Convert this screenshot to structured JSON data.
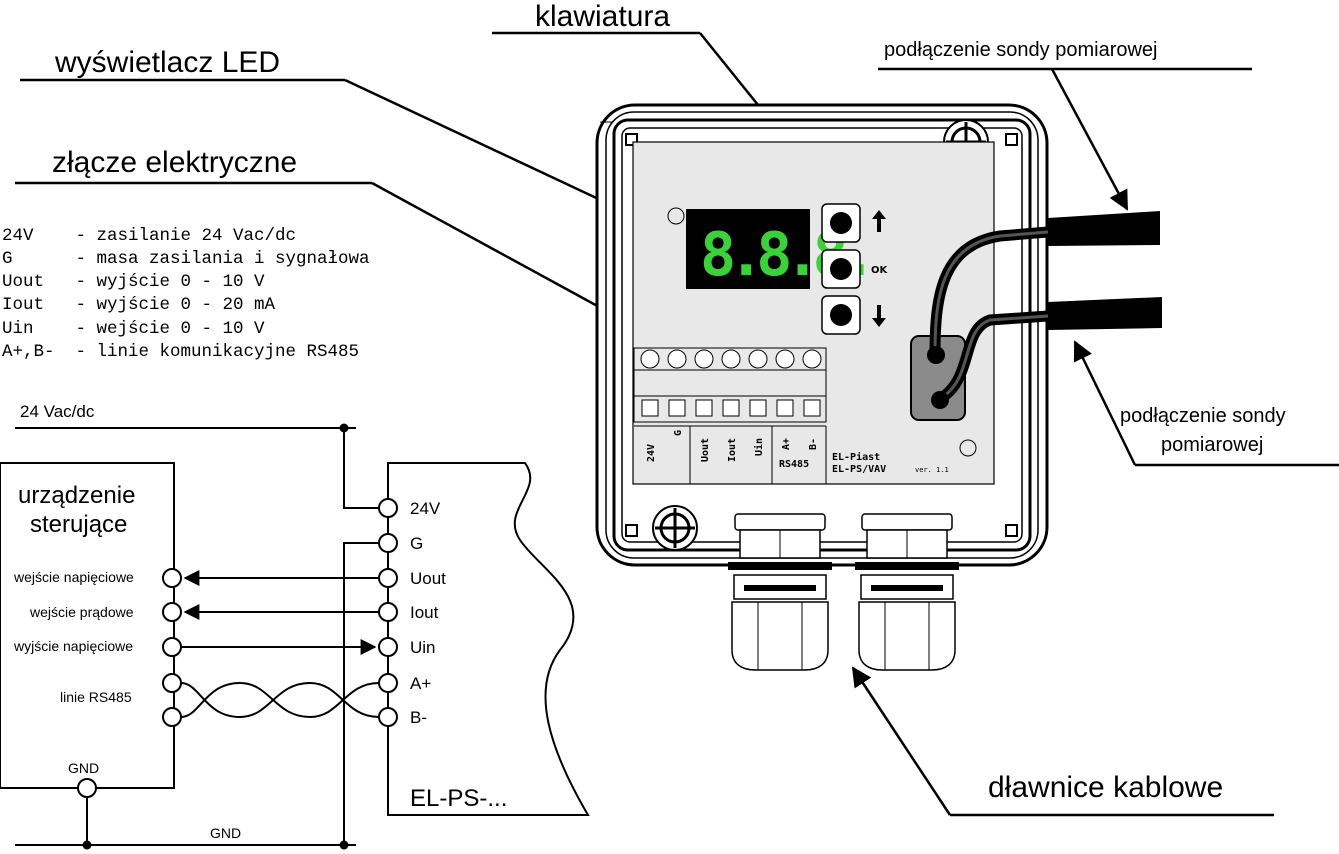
{
  "labels": {
    "klawiatura": "klawiatura",
    "display": "wyświetlacz LED",
    "connector": "złącze elektryczne",
    "probe_top": "podłączenie sondy pomiarowej",
    "probe_right_1": "podłączenie sondy",
    "probe_right_2": "pomiarowej",
    "glands": "dławnice kablowe"
  },
  "legend": [
    "24V    - zasilanie 24 Vac/dc",
    "G      - masa zasilania i sygnałowa",
    "Uout   - wyjście 0 - 10 V",
    "Iout   - wyjście 0 - 20 mA",
    "Uin    - wejście 0 - 10 V",
    "A+,B-  - linie komunikacyjne RS485"
  ],
  "wiring": {
    "supply": "24 Vac/dc",
    "controller_title_1": "urządzenie",
    "controller_title_2": "sterujące",
    "controller_pins": [
      "wejście napięciowe",
      "wejście prądowe",
      "wyjście napięciowe",
      "linie RS485"
    ],
    "controller_gnd": "GND",
    "bottom_gnd": "GND",
    "device_pins": [
      "24V",
      "G",
      "Uout",
      "Iout",
      "Uin",
      "A+",
      "B-"
    ],
    "device_name": "EL-PS-..."
  },
  "device": {
    "display_value": "8.8.8.",
    "key_ok": "OK",
    "terminals": [
      "24V",
      "G",
      "Uout",
      "Iout",
      "Uin",
      "A+",
      "B-"
    ],
    "rs485": "RS485",
    "brand": "EL-Piast",
    "model": "EL-PS/VAV",
    "version": "ver. 1.1"
  },
  "colors": {
    "led_digits": "#3ad13a",
    "panel": "#e8e8e8",
    "ink": "#000000"
  }
}
